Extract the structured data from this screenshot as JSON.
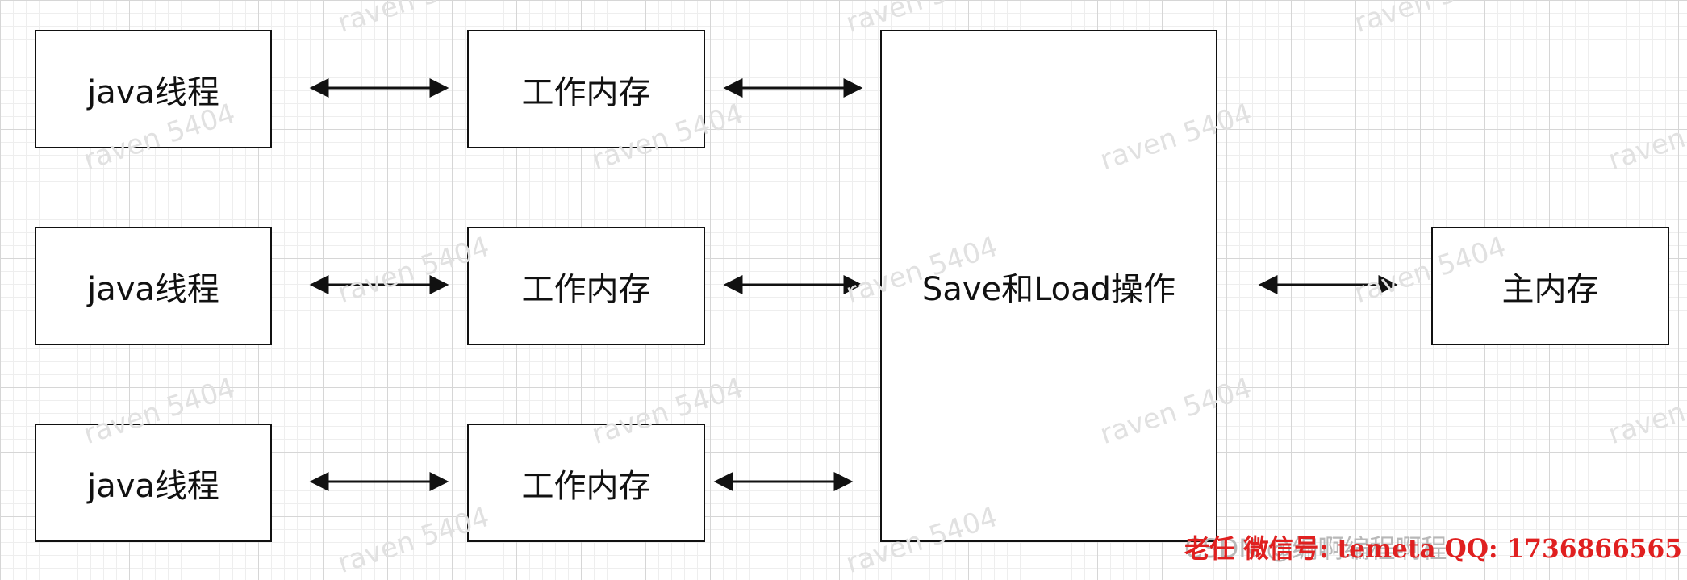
{
  "diagram": {
    "threads": [
      "java线程",
      "java线程",
      "java线程"
    ],
    "work_memories": [
      "工作内存",
      "工作内存",
      "工作内存"
    ],
    "save_load": "Save和Load操作",
    "main_memory": "主内存"
  },
  "watermark": "raven 5404",
  "credit": {
    "csdn": "CSDN @编啊编程啊程",
    "author": "老任 微信号: temeta QQ: 1736866565"
  },
  "colors": {
    "credit_red": "#e02020",
    "line": "#111111"
  }
}
